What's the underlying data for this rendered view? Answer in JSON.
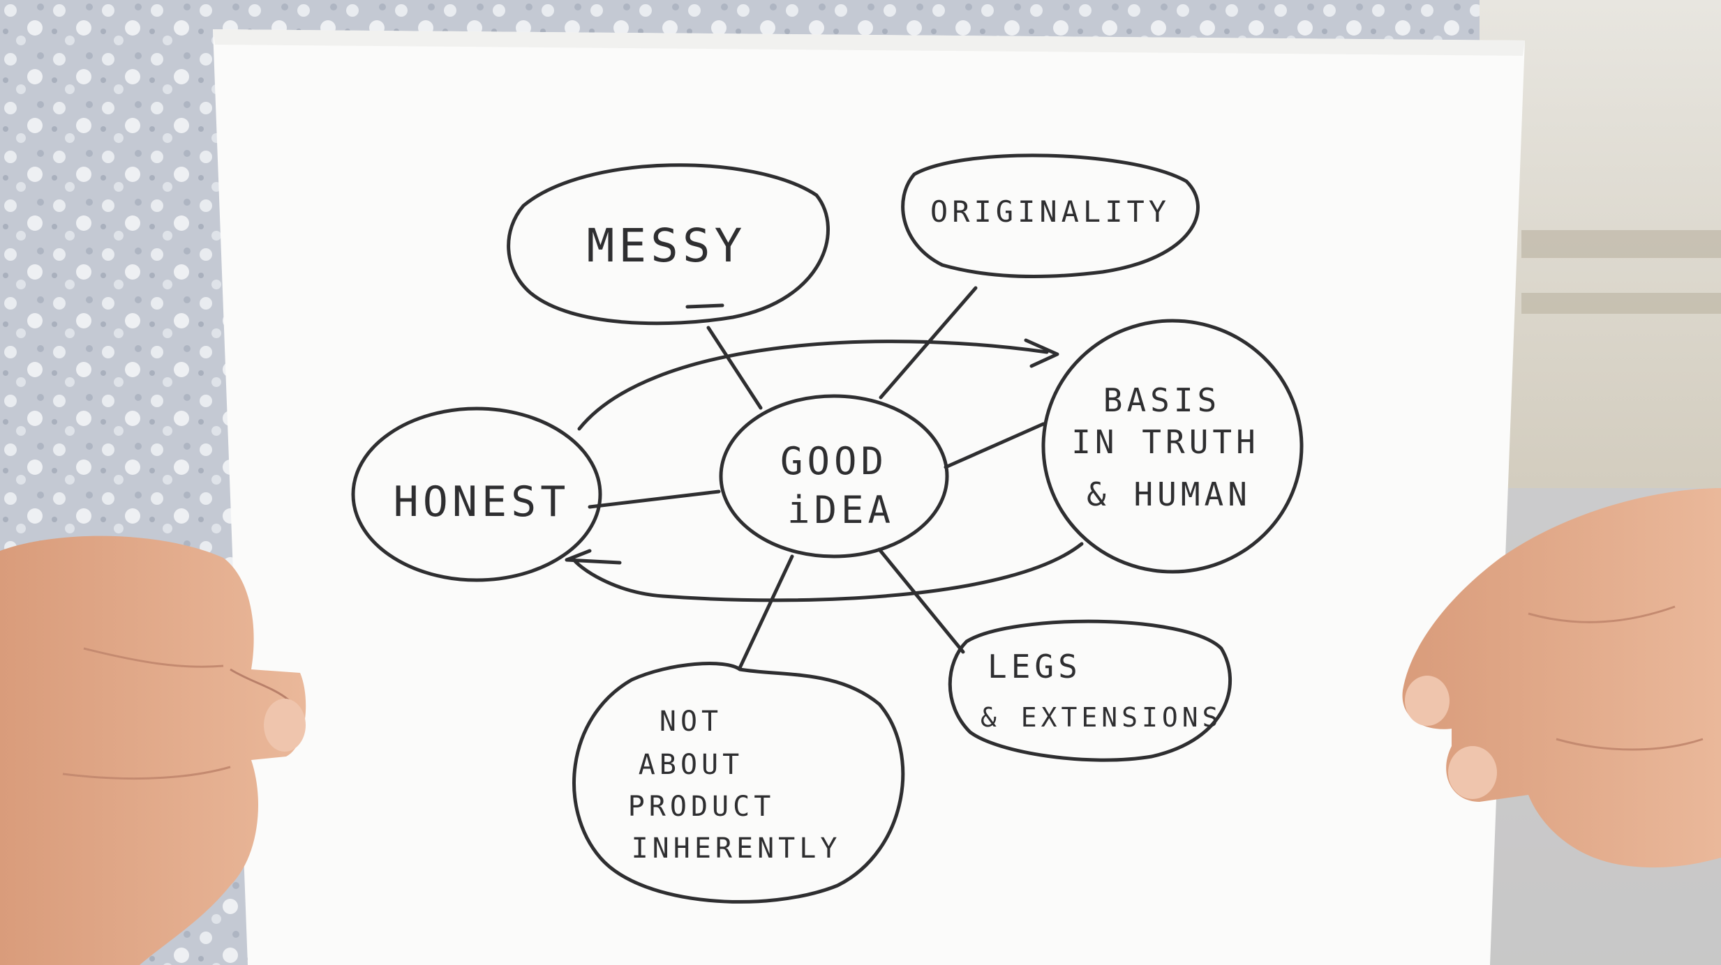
{
  "diagram": {
    "center": {
      "line1": "GOOD",
      "line2": "iDEA"
    },
    "nodes": {
      "messy": "MESSY",
      "originality": "ORIGINALITY",
      "basis": {
        "line1": "BASIS",
        "line2": "IN TRUTH",
        "line3": "& HUMAN"
      },
      "honest": "HONEST",
      "legs": {
        "line1": "LEGS",
        "line2": "& EXTENSIONS"
      },
      "not_about": {
        "line1": "NOT",
        "line2": "ABOUT",
        "line3": "PRODUCT",
        "line4": "INHERENTLY"
      }
    }
  },
  "colors": {
    "paper": "#fbfbfa",
    "ink": "#2e2e30",
    "shirt": "#c7ccd6",
    "skin": "#e2ac8c"
  }
}
